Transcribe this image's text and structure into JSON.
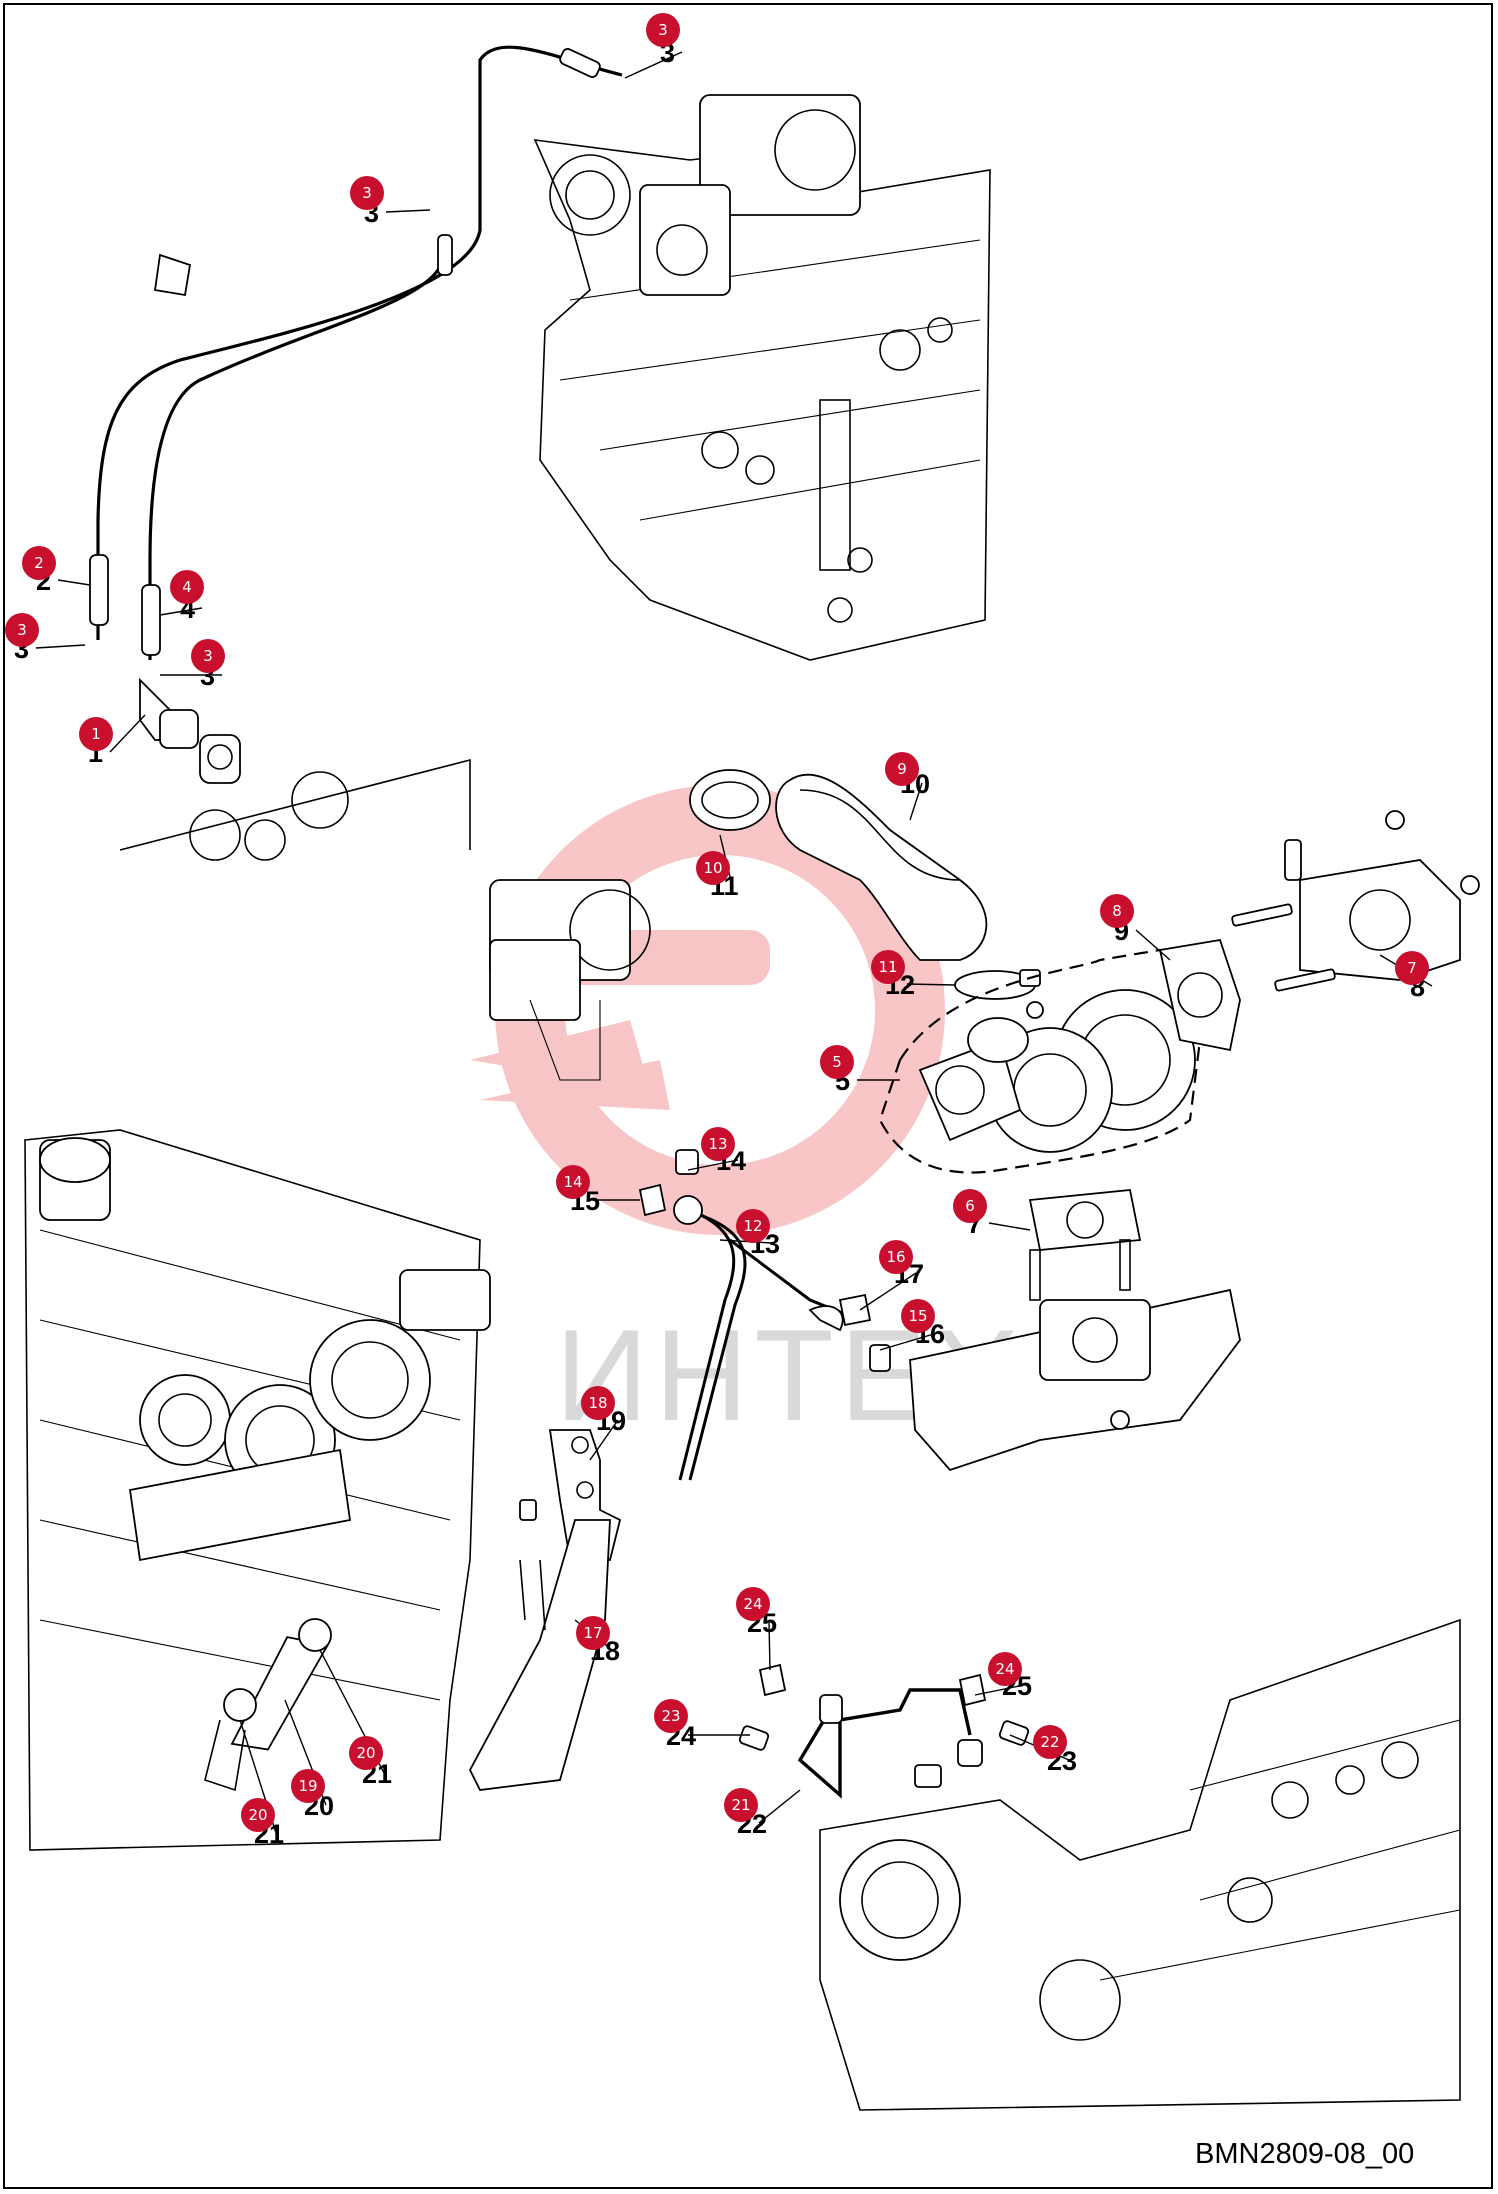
{
  "diagram": {
    "footer_code": "BMN2809-08_00",
    "watermark_text": "ИНТЕХ",
    "accent_color": "#c8102e",
    "watermark_color": "#e8333a",
    "callouts": [
      {
        "bubble": "3",
        "number": "3"
      },
      {
        "bubble": "3",
        "number": "3"
      },
      {
        "bubble": "2",
        "number": "2"
      },
      {
        "bubble": "4",
        "number": "4"
      },
      {
        "bubble": "3",
        "number": "3"
      },
      {
        "bubble": "3",
        "number": "3"
      },
      {
        "bubble": "1",
        "number": "1"
      },
      {
        "bubble": "9",
        "number": "10"
      },
      {
        "bubble": "10",
        "number": "11"
      },
      {
        "bubble": "8",
        "number": "9"
      },
      {
        "bubble": "7",
        "number": "8"
      },
      {
        "bubble": "11",
        "number": "12"
      },
      {
        "bubble": "5",
        "number": "5"
      },
      {
        "bubble": "13",
        "number": "14"
      },
      {
        "bubble": "14",
        "number": "15"
      },
      {
        "bubble": "12",
        "number": "13"
      },
      {
        "bubble": "6",
        "number": "7"
      },
      {
        "bubble": "16",
        "number": "17"
      },
      {
        "bubble": "15",
        "number": "16"
      },
      {
        "bubble": "18",
        "number": "19"
      },
      {
        "bubble": "17",
        "number": "18"
      },
      {
        "bubble": "24",
        "number": "25"
      },
      {
        "bubble": "24",
        "number": "25"
      },
      {
        "bubble": "23",
        "number": "24"
      },
      {
        "bubble": "22",
        "number": "23"
      },
      {
        "bubble": "21",
        "number": "22"
      },
      {
        "bubble": "20",
        "number": "21"
      },
      {
        "bubble": "19",
        "number": "20"
      },
      {
        "bubble": "20",
        "number": "21"
      }
    ]
  }
}
